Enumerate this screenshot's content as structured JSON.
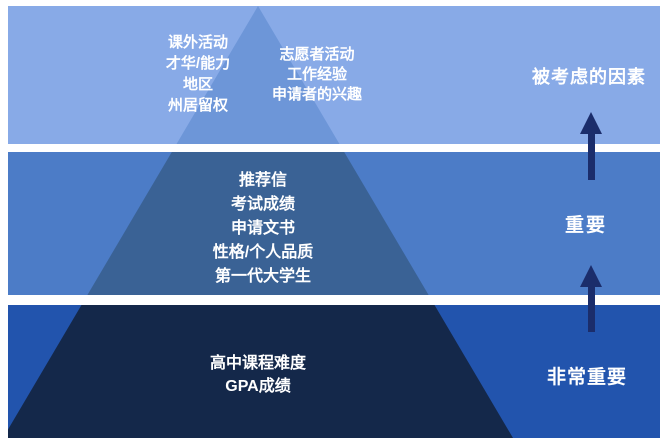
{
  "pyramid": {
    "text_color": "#ffffff",
    "arrow_color": "#1b2d6b",
    "levels": [
      {
        "name": "considered",
        "label": "被考虑的因素",
        "band_color": "#88aae7",
        "pyramid_color": "#6d96d8",
        "left_items": [
          "课外活动",
          "才华/能力",
          "地区",
          "州居留权"
        ],
        "right_items": [
          "志愿者活动",
          "工作经验",
          "申请者的兴趣"
        ]
      },
      {
        "name": "important",
        "label": "重要",
        "band_color": "#4c7cc7",
        "pyramid_color": "#3a6295",
        "items": [
          "推荐信",
          "考试成绩",
          "申请文书",
          "性格/个人品质",
          "第一代大学生"
        ]
      },
      {
        "name": "very-important",
        "label": "非常重要",
        "band_color": "#2254ad",
        "pyramid_color": "#14284a",
        "items": [
          "高中课程难度",
          "GPA成绩"
        ]
      }
    ]
  }
}
